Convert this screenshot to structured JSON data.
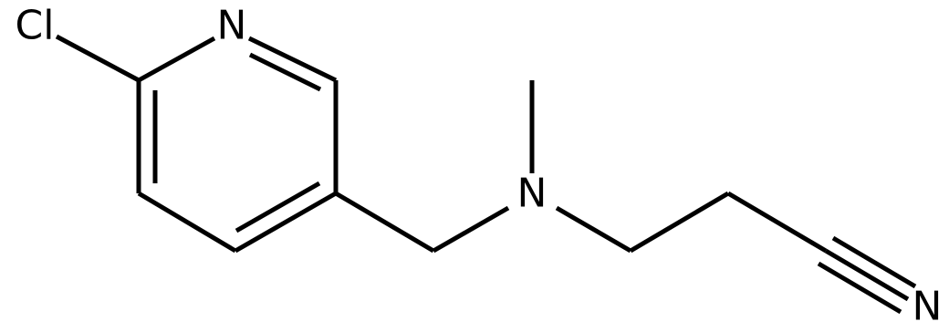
{
  "structure": {
    "atoms": {
      "chlorine": "Cl",
      "pyridine_nitrogen": "N",
      "amine_nitrogen": "N",
      "nitrile_nitrogen": "N"
    }
  },
  "colors": {
    "bond": "#000000",
    "background": "#ffffff"
  }
}
